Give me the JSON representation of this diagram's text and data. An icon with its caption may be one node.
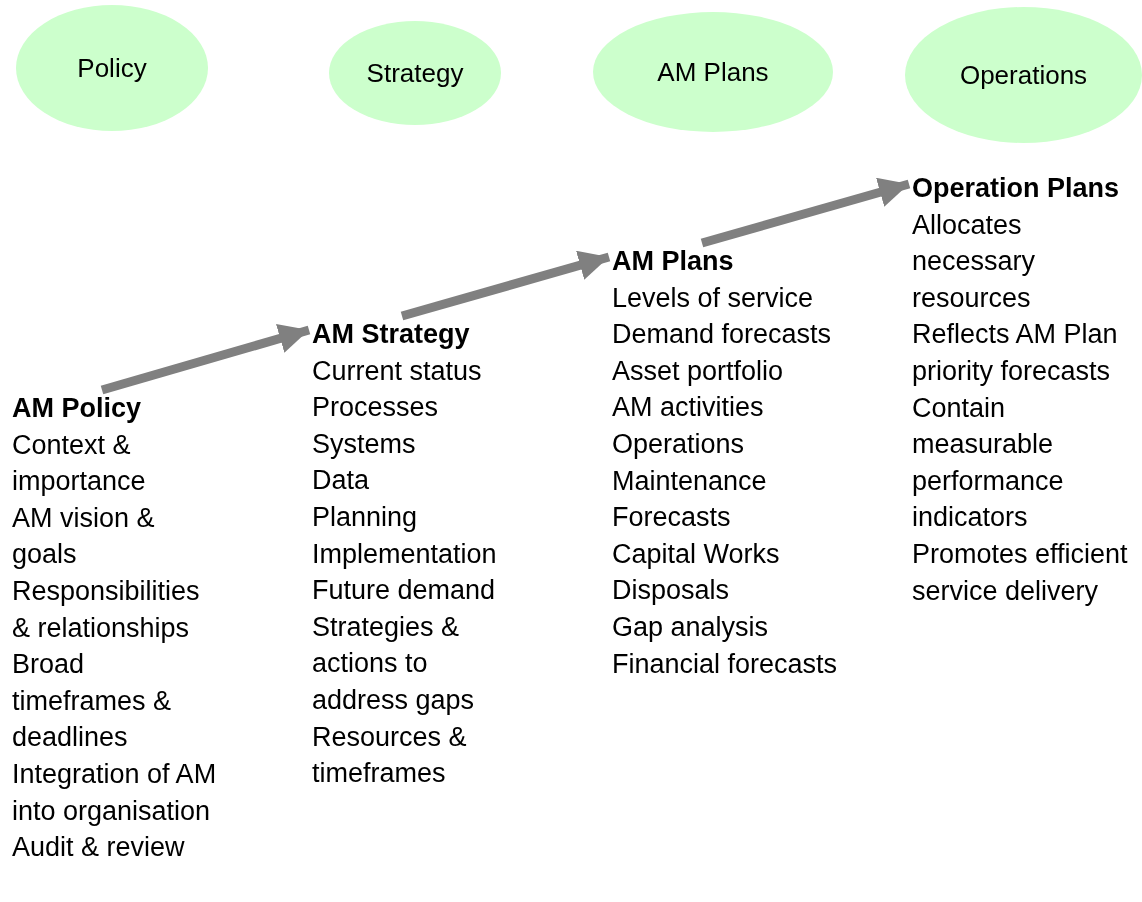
{
  "diagram": {
    "nodes": [
      {
        "text": [
          "Policy"
        ]
      },
      {
        "text": [
          "Strategy"
        ]
      },
      {
        "text": [
          "AM Plans"
        ]
      },
      {
        "text": [
          "Operations"
        ]
      },
      {
        "text": [
          "AM Policy",
          "Context & importance",
          "AM vision & goals",
          "Responsibilities & relationships",
          "Broad timeframes & deadlines",
          "Integration of AM into organisation",
          "Audit & review"
        ]
      },
      {
        "text": [
          "AM Strategy",
          "Current status",
          "Processes",
          "Systems",
          "Data",
          "Planning",
          "Implementation",
          "Future demand",
          "Strategies & actions to address gaps",
          "Resources & timeframes"
        ]
      },
      {
        "text": [
          "AM Plans",
          "Levels of service",
          "Demand forecasts",
          "Asset portfolio",
          "AM activities",
          "Operations",
          "Maintenance",
          "Forecasts",
          "Capital Works",
          "Disposals",
          "Gap analysis",
          "Financial forecasts"
        ]
      },
      {
        "text": [
          "Operation Plans",
          "Allocates necessary resources",
          "Reflects AM Plan priority forecasts",
          "Contain measurable performance indicators",
          "Promotes efficient service delivery"
        ]
      }
    ],
    "edges": [
      {
        "from": 4,
        "to": 5,
        "arrow": "to"
      },
      {
        "from": 5,
        "to": 6,
        "arrow": "to"
      },
      {
        "from": 6,
        "to": 7,
        "arrow": "to"
      }
    ]
  }
}
